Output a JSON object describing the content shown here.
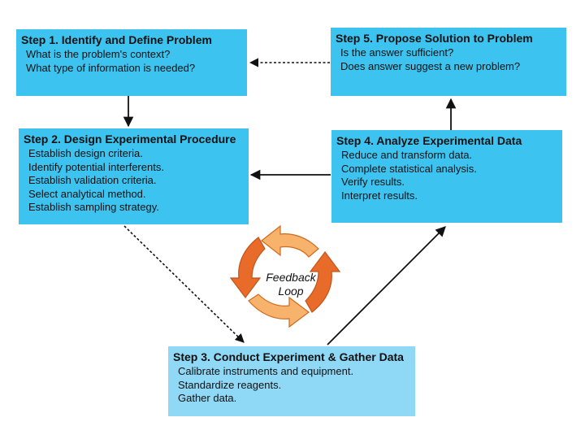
{
  "colors": {
    "box_fill": "#3cc3f0",
    "box3_fill": "#8fd8f6",
    "arrow": "#111111",
    "loop_dark": "#e86b2a",
    "loop_light": "#f7b36b"
  },
  "steps": [
    {
      "id": "step1",
      "title": "Step 1. Identify and Define Problem",
      "items": [
        "What is the problem's context?",
        "What type of information is needed?"
      ]
    },
    {
      "id": "step2",
      "title": "Step 2. Design Experimental Procedure",
      "items": [
        "Establish design criteria.",
        "Identify potential interferents.",
        "Establish validation criteria.",
        "Select analytical method.",
        "Establish sampling strategy."
      ]
    },
    {
      "id": "step3",
      "title": "Step 3. Conduct Experiment & Gather Data",
      "items": [
        "Calibrate instruments and equipment.",
        "Standardize reagents.",
        "Gather data."
      ]
    },
    {
      "id": "step4",
      "title": "Step 4. Analyze Experimental Data",
      "items": [
        "Reduce and transform data.",
        "Complete statistical analysis.",
        "Verify results.",
        "Interpret results."
      ]
    },
    {
      "id": "step5",
      "title": "Step 5. Propose Solution to Problem",
      "items": [
        "Is the answer sufficient?",
        "Does answer suggest a new problem?"
      ]
    }
  ],
  "feedback_loop": {
    "line1": "Feedback",
    "line2": "Loop"
  },
  "connections": [
    {
      "from": "step1",
      "to": "step2",
      "style": "solid"
    },
    {
      "from": "step2",
      "to": "step3",
      "style": "dotted"
    },
    {
      "from": "step3",
      "to": "step4",
      "style": "solid"
    },
    {
      "from": "step4",
      "to": "step2",
      "style": "solid"
    },
    {
      "from": "step4",
      "to": "step5",
      "style": "solid"
    },
    {
      "from": "step5",
      "to": "step1",
      "style": "dotted"
    }
  ]
}
